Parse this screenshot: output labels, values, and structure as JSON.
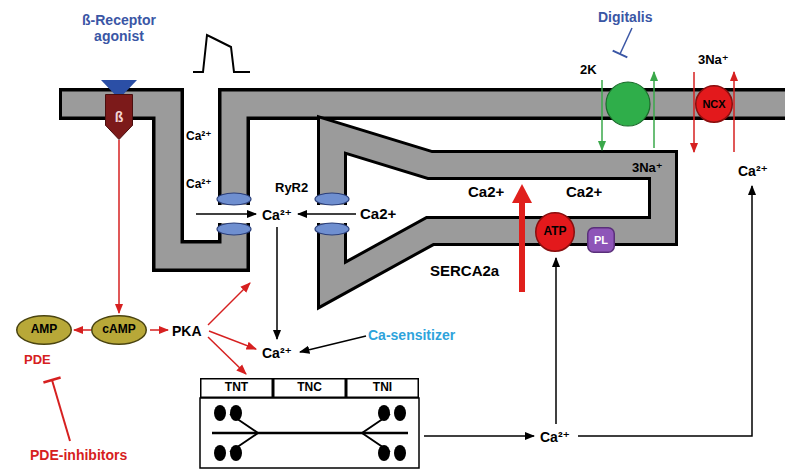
{
  "diagram": {
    "nodes": [
      {
        "text": [
          "ß"
        ]
      },
      {
        "text": [
          "NCX"
        ]
      },
      {
        "text": [
          "ATP"
        ]
      },
      {
        "text": [
          "PL"
        ]
      },
      {
        "text": [
          "AMP"
        ]
      },
      {
        "text": [
          "cAMP"
        ]
      },
      {
        "text": [
          "TNT"
        ]
      },
      {
        "text": [
          "TNC"
        ]
      },
      {
        "text": [
          "TNI"
        ]
      }
    ],
    "edges": [
      {
        "from": 0,
        "to": 5,
        "arrow": "to"
      },
      {
        "from": 5,
        "to": 4,
        "arrow": "to"
      }
    ],
    "labels": [
      "ß-Receptor agonist",
      "Digitalis",
      "2K",
      "3Na⁺",
      "3Na⁺",
      "Ca²⁺",
      "Ca²⁺",
      "Ca²⁺",
      "RyR2",
      "Ca²⁺",
      "Ca2+",
      "Ca2+",
      "Ca2+",
      "SERCA2a",
      "PKA",
      "PDE",
      "PDE-inhibitors",
      "Ca²⁺",
      "Ca-sensitizer",
      "Ca²⁺"
    ]
  }
}
